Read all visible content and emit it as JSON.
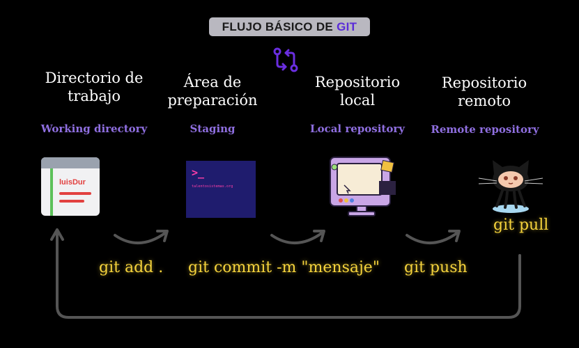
{
  "title": {
    "prefix": "FLUJO BÁSICO DE",
    "accent": "GIT"
  },
  "columns": [
    {
      "title": "Directorio de\ntrabajo",
      "subtitle": "Working directory"
    },
    {
      "title": "Área  de\npreparación",
      "subtitle": "Staging"
    },
    {
      "title": "Repositorio\nlocal",
      "subtitle": "Local repository"
    },
    {
      "title": "Repositorio\nremoto",
      "subtitle": "Remote repository"
    }
  ],
  "icons": {
    "working": {
      "name": "notebook-icon",
      "text": "luisDur"
    },
    "staging": {
      "name": "terminal-icon",
      "prompt": ">_",
      "text": "talentosistemas.org"
    },
    "local": {
      "name": "computer-icon"
    },
    "remote": {
      "name": "octocat-icon"
    },
    "flow": {
      "name": "git-compare-icon"
    }
  },
  "commands": {
    "add": "git add .",
    "commit": "git commit -m \"mensaje\"",
    "push": "git push",
    "pull": "git pull"
  },
  "colors": {
    "accent_purple": "#8f6fe0",
    "command_yellow": "#f5d33c",
    "arrow_gray": "#5a5a5a"
  }
}
